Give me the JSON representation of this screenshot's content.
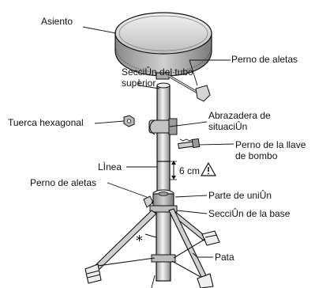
{
  "labels": {
    "asiento": "Asiento",
    "perno_aletas_top": "Perno de aletas",
    "seccion_tubo_1": "SecciÛn del tubo",
    "seccion_tubo_2": "superior",
    "abrazadera_1": "Abrazadera de",
    "abrazadera_2": "situaciÛn",
    "tuerca": "Tuerca hexagonal",
    "perno_llave_1": "Perno de la llave",
    "perno_llave_2": "de bombo",
    "linea": "LÌnea",
    "medida": "6 cm",
    "perno_aletas_bottom": "Perno de aletas",
    "parte_union": "Parte de uniÛn",
    "seccion_base": "SecciÛn de la base",
    "pata": "Pata",
    "asterisco": "*"
  },
  "icons": {
    "warning": "warning-triangle-icon"
  },
  "colors": {
    "line": "#111111",
    "metal_light": "#e6e6e6",
    "metal_mid": "#b8b8b8",
    "metal_dark": "#7a7a7a",
    "seat_top": "#d8d8d8"
  }
}
